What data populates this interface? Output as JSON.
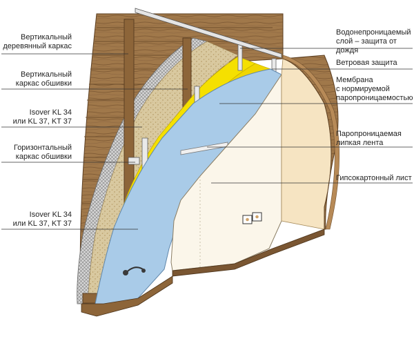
{
  "labels_left": [
    {
      "id": "vertical-wood-frame",
      "text": "Вертикальный\nдеревянный каркас"
    },
    {
      "id": "vertical-sheathing-frame",
      "text": "Вертикальный\nкаркас обшивки"
    },
    {
      "id": "isover-upper",
      "text": "Isover KL 34\nили KL 37, KT 37"
    },
    {
      "id": "horizontal-sheathing-frame",
      "text": "Горизонтальный\nкаркас обшивки"
    },
    {
      "id": "isover-lower",
      "text": "Isover KL 34\nили KL 37, KT 37"
    }
  ],
  "labels_right": [
    {
      "id": "waterproof-layer",
      "text": "Водонепроницаемый\nслой – защита от дождя"
    },
    {
      "id": "wind-protection",
      "text": "Ветровая защита"
    },
    {
      "id": "vapor-membrane",
      "text": "Мембрана\nс нормируемой\nпаропроницаемостью"
    },
    {
      "id": "vapor-tape",
      "text": "Паропроницаемая\nлипкая лента"
    },
    {
      "id": "gypsum-board",
      "text": "Гипсокартонный лист"
    }
  ],
  "colors": {
    "wood": "#a0784a",
    "wood_dark": "#6e4e2c",
    "wood_light": "#c89d6a",
    "mesh": "#8a8a8a",
    "fill_insulation": "#d9c9a0",
    "isover_yellow": "#f5e000",
    "isover_shade": "#e0c800",
    "membrane_blue": "#a9cbe8",
    "gypsum": "#fbf6ea",
    "room_wall": "#f6e4c2",
    "interior_wood": "#b78a57",
    "line": "#333333"
  }
}
